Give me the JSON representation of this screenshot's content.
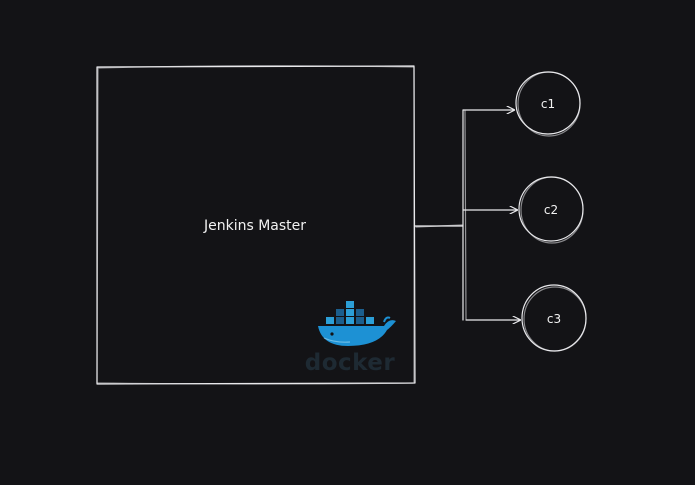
{
  "master": {
    "label": "Jenkins Master"
  },
  "nodes": [
    {
      "label": "c1"
    },
    {
      "label": "c2"
    },
    {
      "label": "c3"
    }
  ],
  "logo": {
    "text": "docker",
    "icon": "docker-whale-icon",
    "colors": {
      "whale": "#1d91d4",
      "container_dark": "#1b5f8e",
      "container_light": "#2c9fd7",
      "wordmark": "#1e2a33"
    }
  },
  "colors": {
    "background": "#131316",
    "stroke": "#e9e9ec",
    "text": "#f2f2f2"
  }
}
